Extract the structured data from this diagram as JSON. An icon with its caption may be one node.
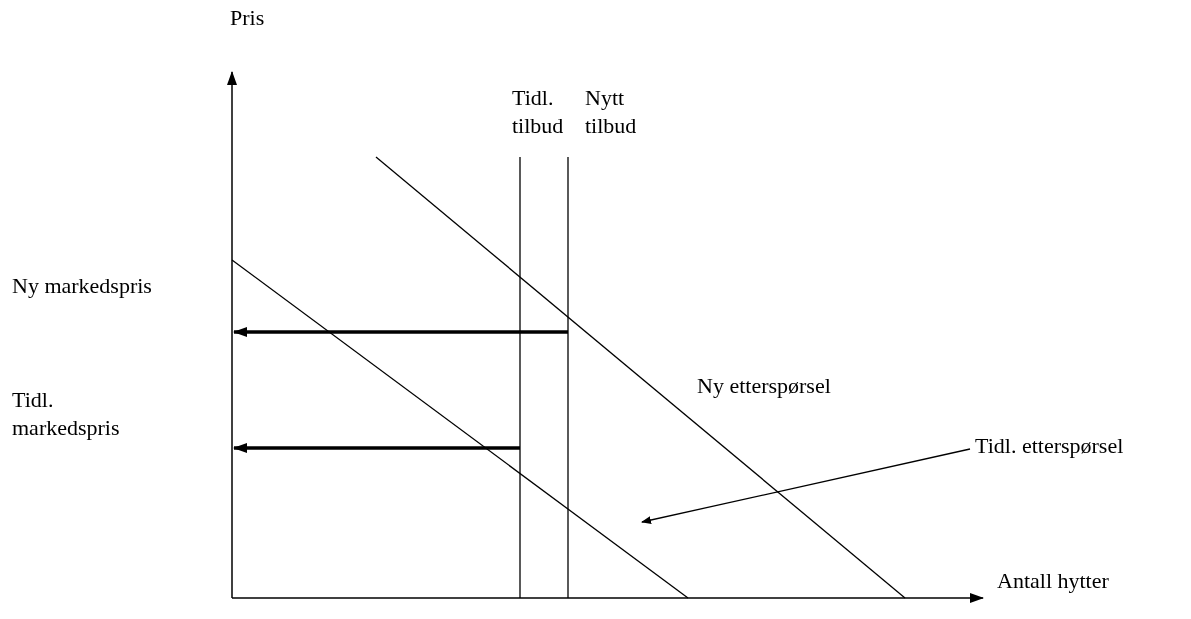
{
  "diagram": {
    "nodes": [
      {
        "text": [
          "Tidl. etterspørsel"
        ]
      },
      {
        "text": [],
        "shape": "line"
      }
    ],
    "edges": [
      {
        "from": 0,
        "to": 1,
        "arrow": "to"
      }
    ],
    "labels": [
      "Pris",
      "Tidl. tilbud",
      "Nytt tilbud",
      "Ny markedspris",
      "Ny etterspørsel",
      "Tidl. markedspris",
      "Antall hytter"
    ]
  }
}
